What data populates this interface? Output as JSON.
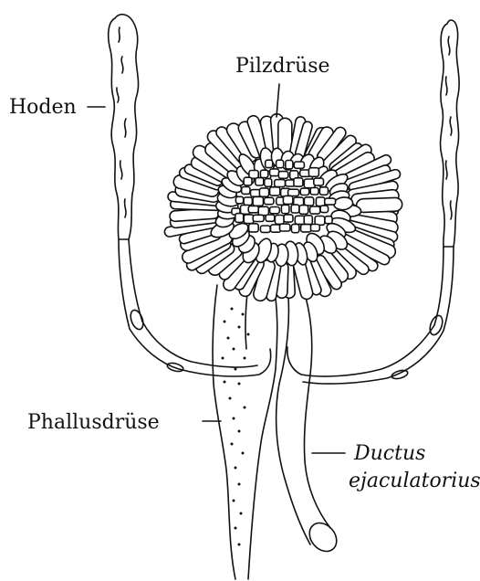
{
  "labels": {
    "pilzdruese": "Pilzdrüse",
    "hoden": "Hoden",
    "phallusdruese": "Phallusdrüse",
    "ductus_line1": "Ductus",
    "ductus_line2": "ejaculatorius"
  },
  "colors": {
    "line": "#111111",
    "background": "#ffffff"
  }
}
